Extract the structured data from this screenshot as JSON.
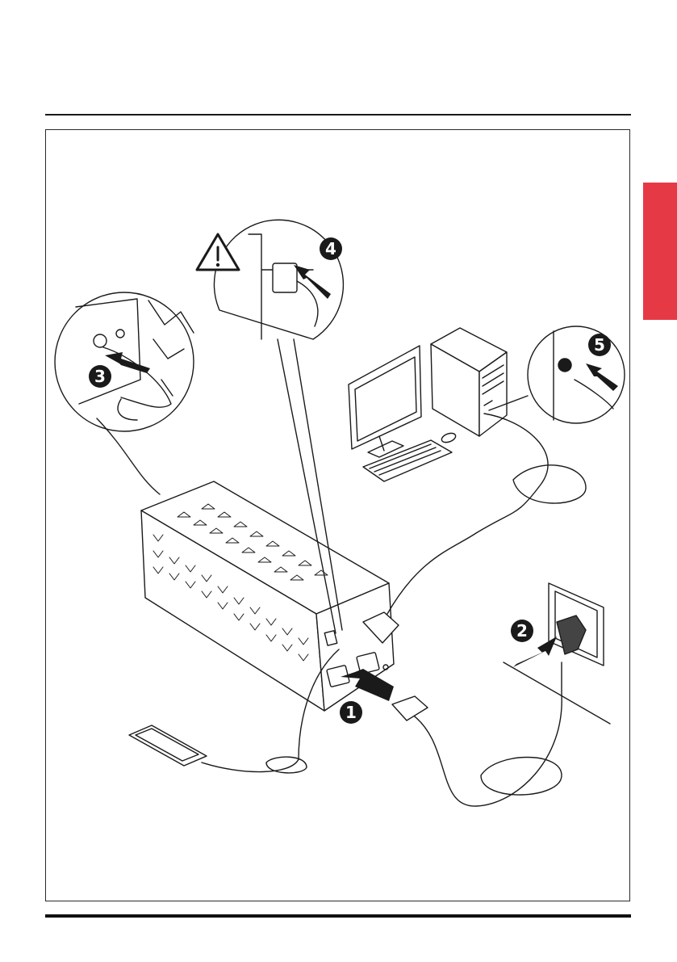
{
  "colors": {
    "accent_tab": "#e63946",
    "line": "#1a1a1a",
    "badge": "#1a1a1a",
    "badge_text": "#ffffff"
  },
  "icons": [
    "warning-triangle-icon"
  ],
  "steps": [
    {
      "number": "1"
    },
    {
      "number": "2"
    },
    {
      "number": "3"
    },
    {
      "number": "4"
    },
    {
      "number": "5"
    }
  ]
}
